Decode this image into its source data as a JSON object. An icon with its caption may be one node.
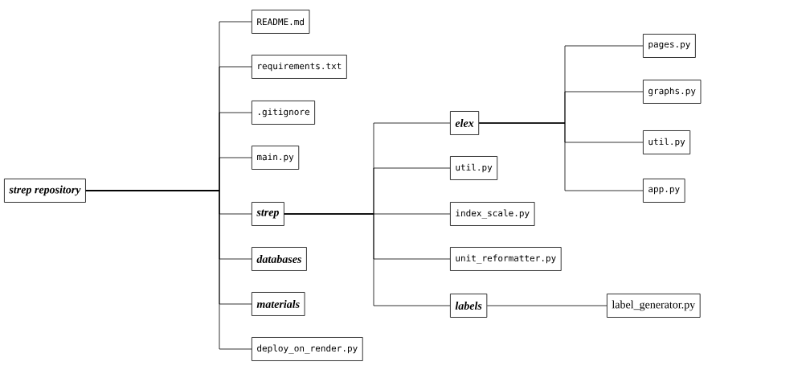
{
  "diagram": {
    "nodes": [
      {
        "text": [
          "strep repository"
        ]
      },
      {
        "text": [
          "README.md"
        ]
      },
      {
        "text": [
          "requirements.txt"
        ]
      },
      {
        "text": [
          ".gitignore"
        ]
      },
      {
        "text": [
          "main.py"
        ]
      },
      {
        "text": [
          "strep"
        ]
      },
      {
        "text": [
          "databases"
        ]
      },
      {
        "text": [
          "materials"
        ]
      },
      {
        "text": [
          "deploy_on_render.py"
        ]
      },
      {
        "text": [
          "elex"
        ]
      },
      {
        "text": [
          "util.py"
        ]
      },
      {
        "text": [
          "index_scale.py"
        ]
      },
      {
        "text": [
          "unit_reformatter.py"
        ]
      },
      {
        "text": [
          "labels"
        ]
      },
      {
        "text": [
          "label_generator.py"
        ]
      },
      {
        "text": [
          "pages.py"
        ]
      },
      {
        "text": [
          "graphs.py"
        ]
      },
      {
        "text": [
          "util.py"
        ]
      },
      {
        "text": [
          "app.py"
        ]
      }
    ],
    "edges": [
      {
        "from": 0,
        "to": 1,
        "arrow": "none"
      },
      {
        "from": 0,
        "to": 2,
        "arrow": "none"
      },
      {
        "from": 0,
        "to": 3,
        "arrow": "none"
      },
      {
        "from": 0,
        "to": 4,
        "arrow": "none"
      },
      {
        "from": 0,
        "to": 5,
        "arrow": "none"
      },
      {
        "from": 0,
        "to": 6,
        "arrow": "none"
      },
      {
        "from": 0,
        "to": 7,
        "arrow": "none"
      },
      {
        "from": 0,
        "to": 8,
        "arrow": "none"
      },
      {
        "from": 5,
        "to": 9,
        "arrow": "none"
      },
      {
        "from": 5,
        "to": 10,
        "arrow": "none"
      },
      {
        "from": 5,
        "to": 11,
        "arrow": "none"
      },
      {
        "from": 5,
        "to": 12,
        "arrow": "none"
      },
      {
        "from": 5,
        "to": 13,
        "arrow": "none"
      },
      {
        "from": 13,
        "to": 14,
        "arrow": "none"
      },
      {
        "from": 9,
        "to": 15,
        "arrow": "none"
      },
      {
        "from": 9,
        "to": 16,
        "arrow": "none"
      },
      {
        "from": 9,
        "to": 17,
        "arrow": "none"
      },
      {
        "from": 9,
        "to": 18,
        "arrow": "none"
      }
    ]
  }
}
